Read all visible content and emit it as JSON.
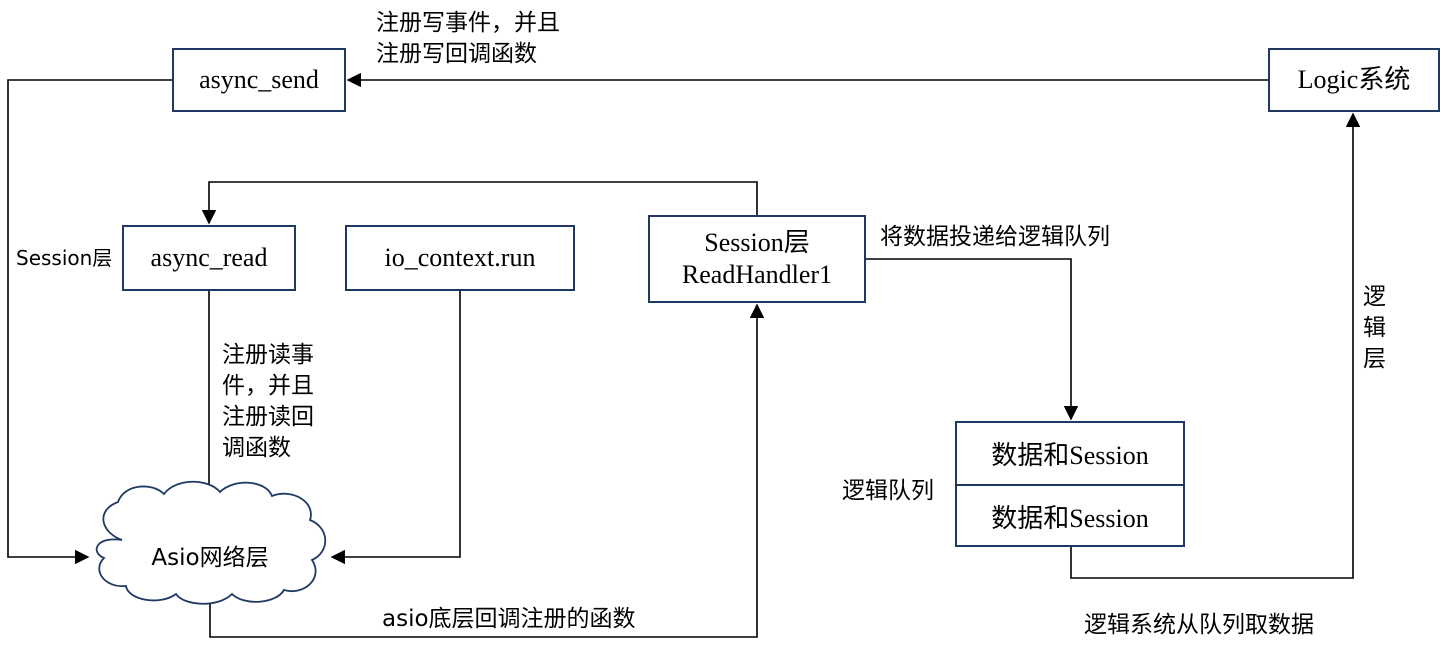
{
  "nodes": {
    "async_send": "async_send",
    "logic_system": "Logic系统",
    "async_read": "async_read",
    "io_context_run": "io_context.run",
    "session_handler_line1": "Session层",
    "session_handler_line2": "ReadHandler1",
    "asio_network": "Asio网络层",
    "queue_item_1": "数据和Session",
    "queue_item_2": "数据和Session"
  },
  "labels": {
    "register_write_line1": "注册写事件，并且",
    "register_write_line2": "注册写回调函数",
    "session_layer": "Session层",
    "register_read_lines": [
      "注册读事",
      "件，并且",
      "注册读回",
      "调函数"
    ],
    "post_to_logic_queue": "将数据投递给逻辑队列",
    "logic_layer_chars": [
      "逻",
      "辑",
      "层"
    ],
    "logic_queue": "逻辑队列",
    "asio_callback": "asio底层回调注册的函数",
    "logic_fetch": "逻辑系统从队列取数据"
  }
}
